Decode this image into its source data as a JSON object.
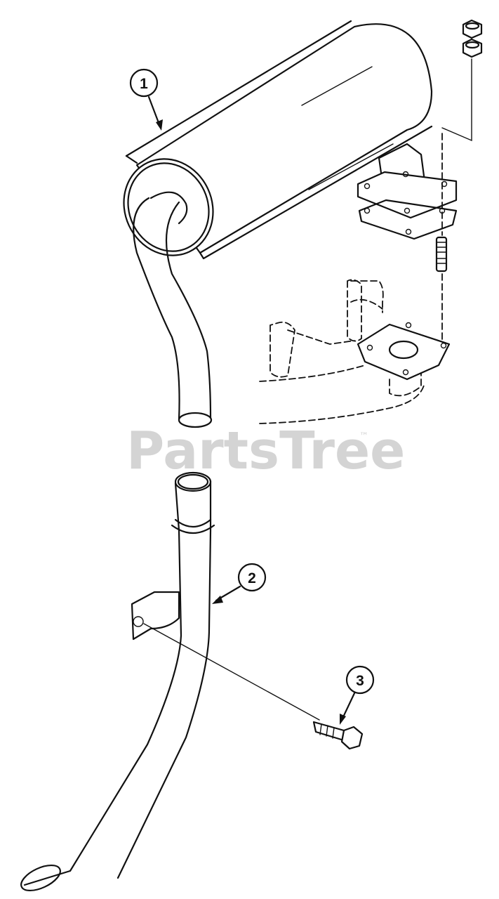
{
  "callouts": [
    {
      "label": "1",
      "part": "muffler"
    },
    {
      "label": "2",
      "part": "exhaust-pipe"
    },
    {
      "label": "3",
      "part": "bolt"
    }
  ],
  "watermark": {
    "text": "PartsTree",
    "mark": "™"
  }
}
